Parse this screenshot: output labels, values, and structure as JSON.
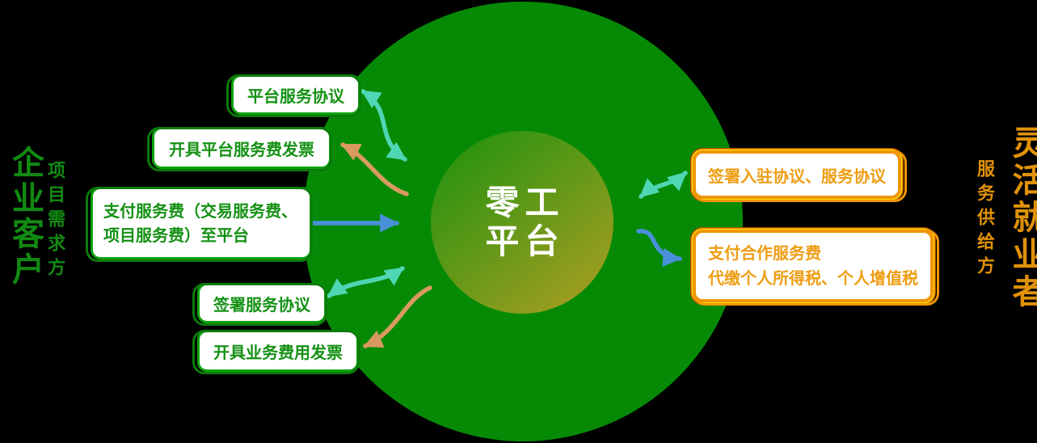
{
  "colors": {
    "background": "#000000",
    "circle_green": "#068a06",
    "inner_gradient_start": "#21930f",
    "inner_gradient_end": "#a19d20",
    "center_text": "#ffffff",
    "green_title": "#128a12",
    "green_text": "#149114",
    "green_border": "#0da30d",
    "green_outline": "#0b7a0b",
    "orange_title": "#e09208",
    "orange_text": "#ee9d13",
    "orange_border": "#ef9606",
    "orange_gold": "#ffdf00",
    "orange_outline": "#b54a00",
    "arrow_teal": "#4fd6b4",
    "arrow_orange": "#d89a60",
    "arrow_blue": "#4a90d8"
  },
  "center": {
    "line1": "零工",
    "line2": "平台"
  },
  "left": {
    "title": "企业客户",
    "subtitle": "项目需求方",
    "boxes": {
      "platform_agreement": "平台服务协议",
      "platform_invoice": "开具平台服务费发票",
      "pay_service_fee": "支付服务费（交易服务费、项目服务费）至平台",
      "sign_agreement": "签署服务协议",
      "business_invoice": "开具业务费用发票"
    }
  },
  "right": {
    "title": "灵活就业者",
    "subtitle": "服务供给方",
    "boxes": {
      "sign_entry": "签署入驻协议、服务协议",
      "pay_coop_line1": "支付合作服务费",
      "pay_coop_line2": "代缴个人所得税、个人增值税"
    }
  }
}
